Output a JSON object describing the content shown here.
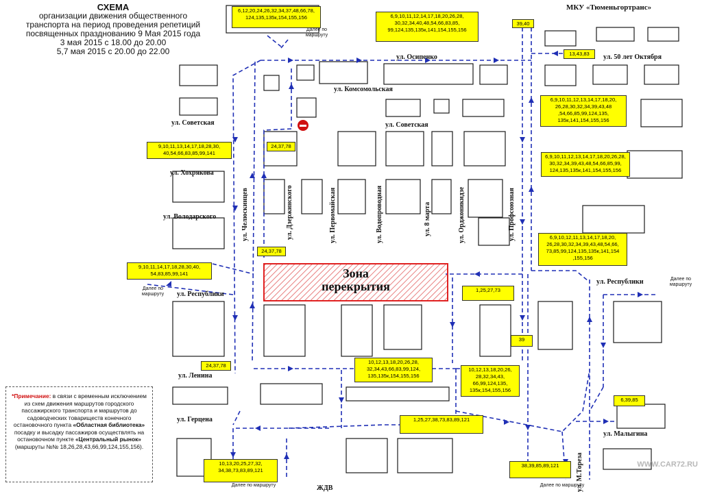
{
  "title": {
    "main": "СХЕМА",
    "lines": [
      "организации движения общественного",
      "транспорта на период проведения репетиций",
      "посвященных празднованию 9 Мая 2015 года",
      "3 мая 2015 с 18.00 до 20.00",
      "5,7 мая 2015 с 20.00 до 22.00"
    ]
  },
  "organization": "МКУ «Тюменьгортранс»",
  "zone": {
    "line1": "Зона",
    "line2": "перекрытия"
  },
  "streets": {
    "osipenko": "ул. Осипенко",
    "let50": "ул. 50 лет Октября",
    "komsomolskaya": "ул. Комсомольская",
    "sovetskaya_left": "ул. Советская",
    "sovetskaya_mid": "ул. Советская",
    "khokhryakova": "ул. Хохрякова",
    "volodarskogo": "ул. Володарского",
    "respubliki_left": "ул. Республики",
    "respubliki_right": "ул. Республики",
    "lenina": "ул. Ленина",
    "gertsena": "ул. Герцена",
    "malygina": "ул. Малыгина",
    "zhdv": "ЖДВ",
    "chelyuskintsev": "ул. Челюскинцев",
    "dzerzhinskogo": "ул. Дзержинского",
    "pervomayskaya": "ул. Первомайская",
    "vodoprovodnaya": "ул. Водопроводная",
    "march8": "ул. 8 марта",
    "ordzhonikidze": "ул. Орджоникидзе",
    "profsoyuznaya": "ул. Профсоюзная",
    "mtoreza": "ул. М.Тореза"
  },
  "further": {
    "top": "Далее по маршруту",
    "left": "Далее по маршруту",
    "right": "Далее по маршруту",
    "bottom_left": "Далее по маршруту",
    "bottom_right": "Далее по маршруту"
  },
  "route_boxes": {
    "b1": "6,12,20,24,26,32,34,37,48,66,78, 124,135,135к,154,155,156",
    "b2": "6,9,10,11,12,14,17,18,20,26,28, 30,32,34,40,48,54,66,83,85, 99,124,135,135к,141,154,155,156",
    "b3": "39,40",
    "b4": "13,43,83",
    "b5": "6,9,10,11,12,13,14,17,18,20, 26,28,30,32,34,39,43,48 ,54,66,85,99,124,135, 135к,141,154,155,156",
    "b6": "9,10,11,13,14,17,18,28,30, 40,54,66,83,85,99,141",
    "b7": "24,37,78",
    "b8": "6,9,10,11,12,13,14,17,18,20,26,28, 30,32,34,39,43,48,54,66,85,99, 124,135,135к,141,154,155,156",
    "b9": "24,37,78",
    "b10": "9,10,11,14,17,18,28,30,40, 54,83,85,99,141",
    "b11": "6,9,10,12,11,13,14,17,18,20, 26,28,30,32,34,39,43,48,54,66, 73,85,99,124,135,135к,141,154 ,155,156",
    "b12": "1,25,27,73",
    "b13": "39",
    "b14": "24,37,78",
    "b15": "10,12,13,18,20,26,28, 32,34,43,66,83,99,124, 135,135к,154,155,156",
    "b16": "10,12,13,18,20,26, 28,32,34,43, 66,99,124,135, 135к,154,155,156",
    "b17": "6,39,85",
    "b18": "1,25,27,38,73,83,89,121",
    "b19": "10,13,20,25,27,32, 34,38,73,83,89,121",
    "b20": "38,39,85,89,121"
  },
  "note": {
    "head": "*Примечание:",
    "t1": " в связи с временным исключением из схем движения маршрутов городского пассажирского транспорта и маршрутов до садоводческих товариществ конечного остановочного пункта ",
    "stop1": "«Областная библиотека»",
    "t2": " посадку и высадку пассажиров осуществлять на остановочном пункте ",
    "stop2": "«Центральный рынок»",
    "t3": " (маршруты №№ 18,26,28,43,66,99,124,155,156)."
  },
  "watermark": "WWW.CAR72.RU",
  "colors": {
    "route": "#1f2fb5",
    "box": "#ffff00",
    "zone": "#e02020",
    "noentry": "#d01010"
  },
  "icons": [
    "no-entry-icon",
    "route-arrow-icon"
  ]
}
